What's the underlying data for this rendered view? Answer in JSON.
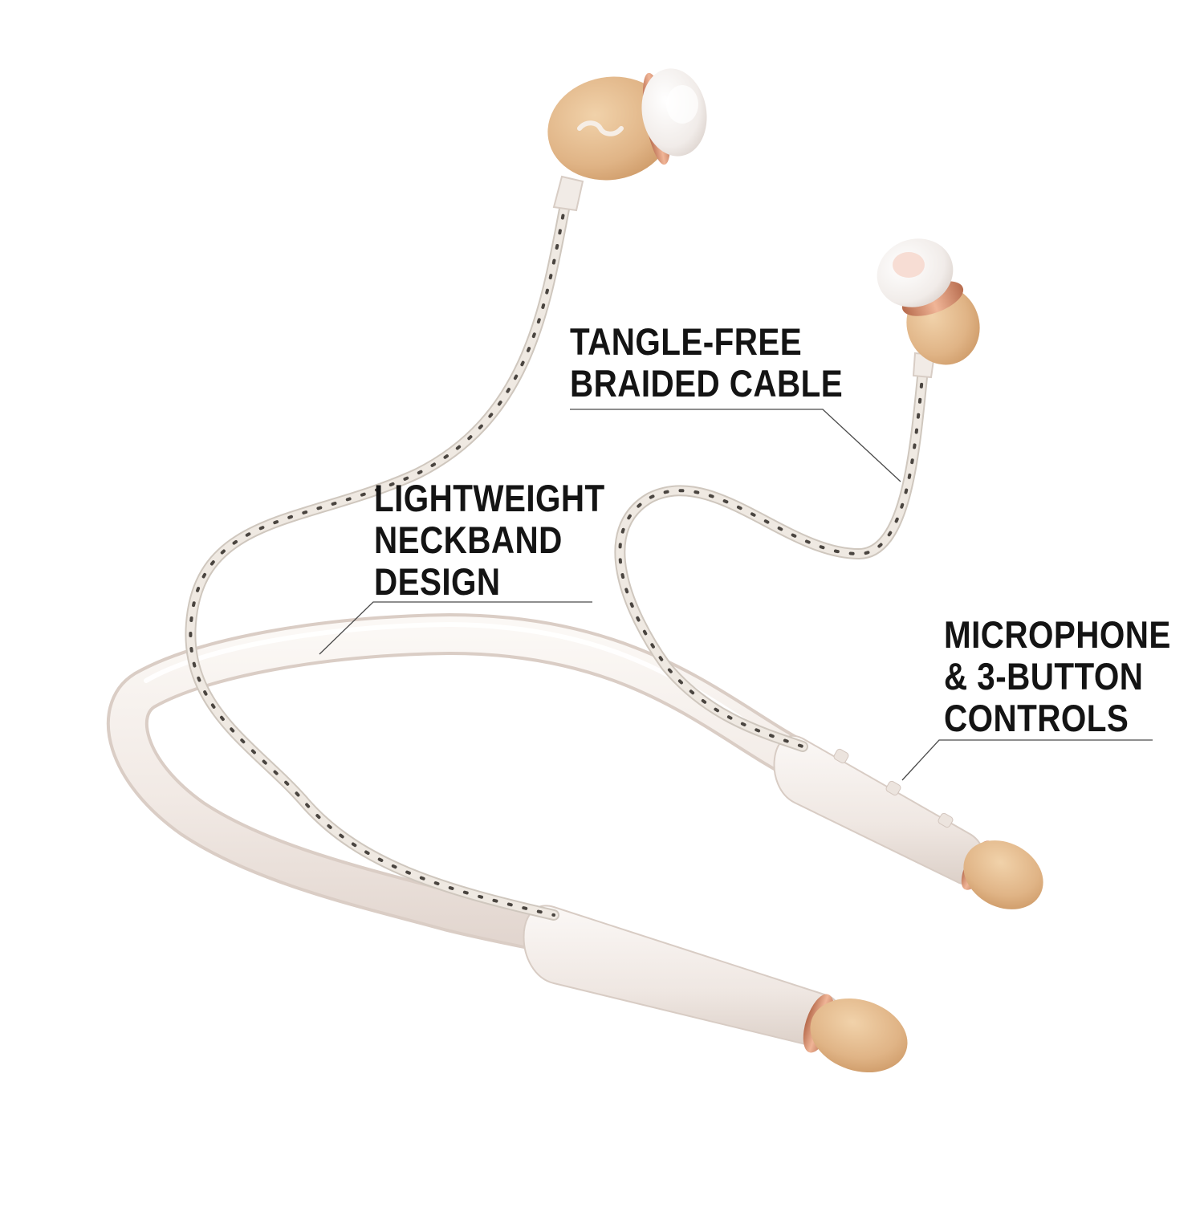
{
  "callouts": {
    "cable": {
      "lines": [
        "TANGLE-FREE",
        "BRAIDED CABLE"
      ]
    },
    "neckband": {
      "lines": [
        "LIGHTWEIGHT",
        "NECKBAND",
        "DESIGN"
      ]
    },
    "controls": {
      "lines": [
        "MICROPHONE",
        "& 3-BUTTON",
        "CONTROLS"
      ]
    }
  },
  "product": {
    "band_color": "#f3ece7",
    "wood_color": "#e2b98d",
    "copper_color": "#d18a6c",
    "cable_color": "#efe9e2"
  },
  "icons": [
    "product-photo",
    "left-earbud",
    "right-earbud",
    "neckband",
    "control-pod",
    "braided-cable"
  ]
}
